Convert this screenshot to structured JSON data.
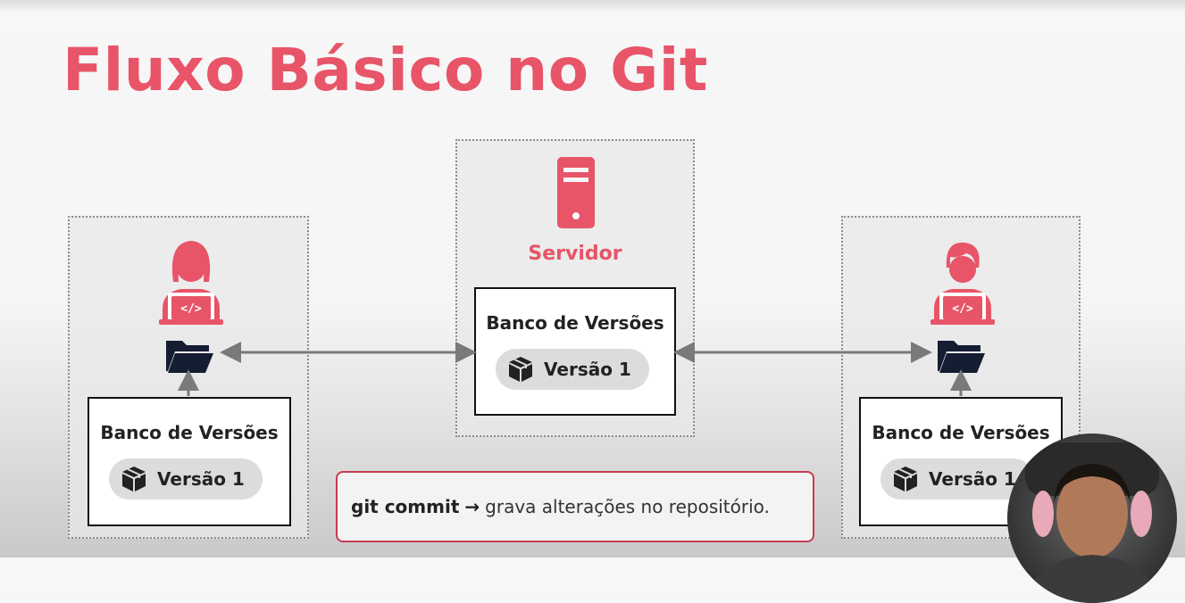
{
  "title": "Fluxo Básico no Git",
  "server": {
    "label": "Servidor",
    "repo_title": "Banco de Versões",
    "version": "Versão 1"
  },
  "left_client": {
    "repo_title": "Banco de Versões",
    "version": "Versão 1",
    "laptop_code": "</>"
  },
  "right_client": {
    "repo_title": "Banco de Versões",
    "version": "Versão 1",
    "laptop_code": "</>"
  },
  "command_box": {
    "command": "git commit",
    "description": "grava alterações no repositório."
  },
  "colors": {
    "accent": "#e85468",
    "dark": "#111111",
    "arrow": "#7a7a7a"
  }
}
